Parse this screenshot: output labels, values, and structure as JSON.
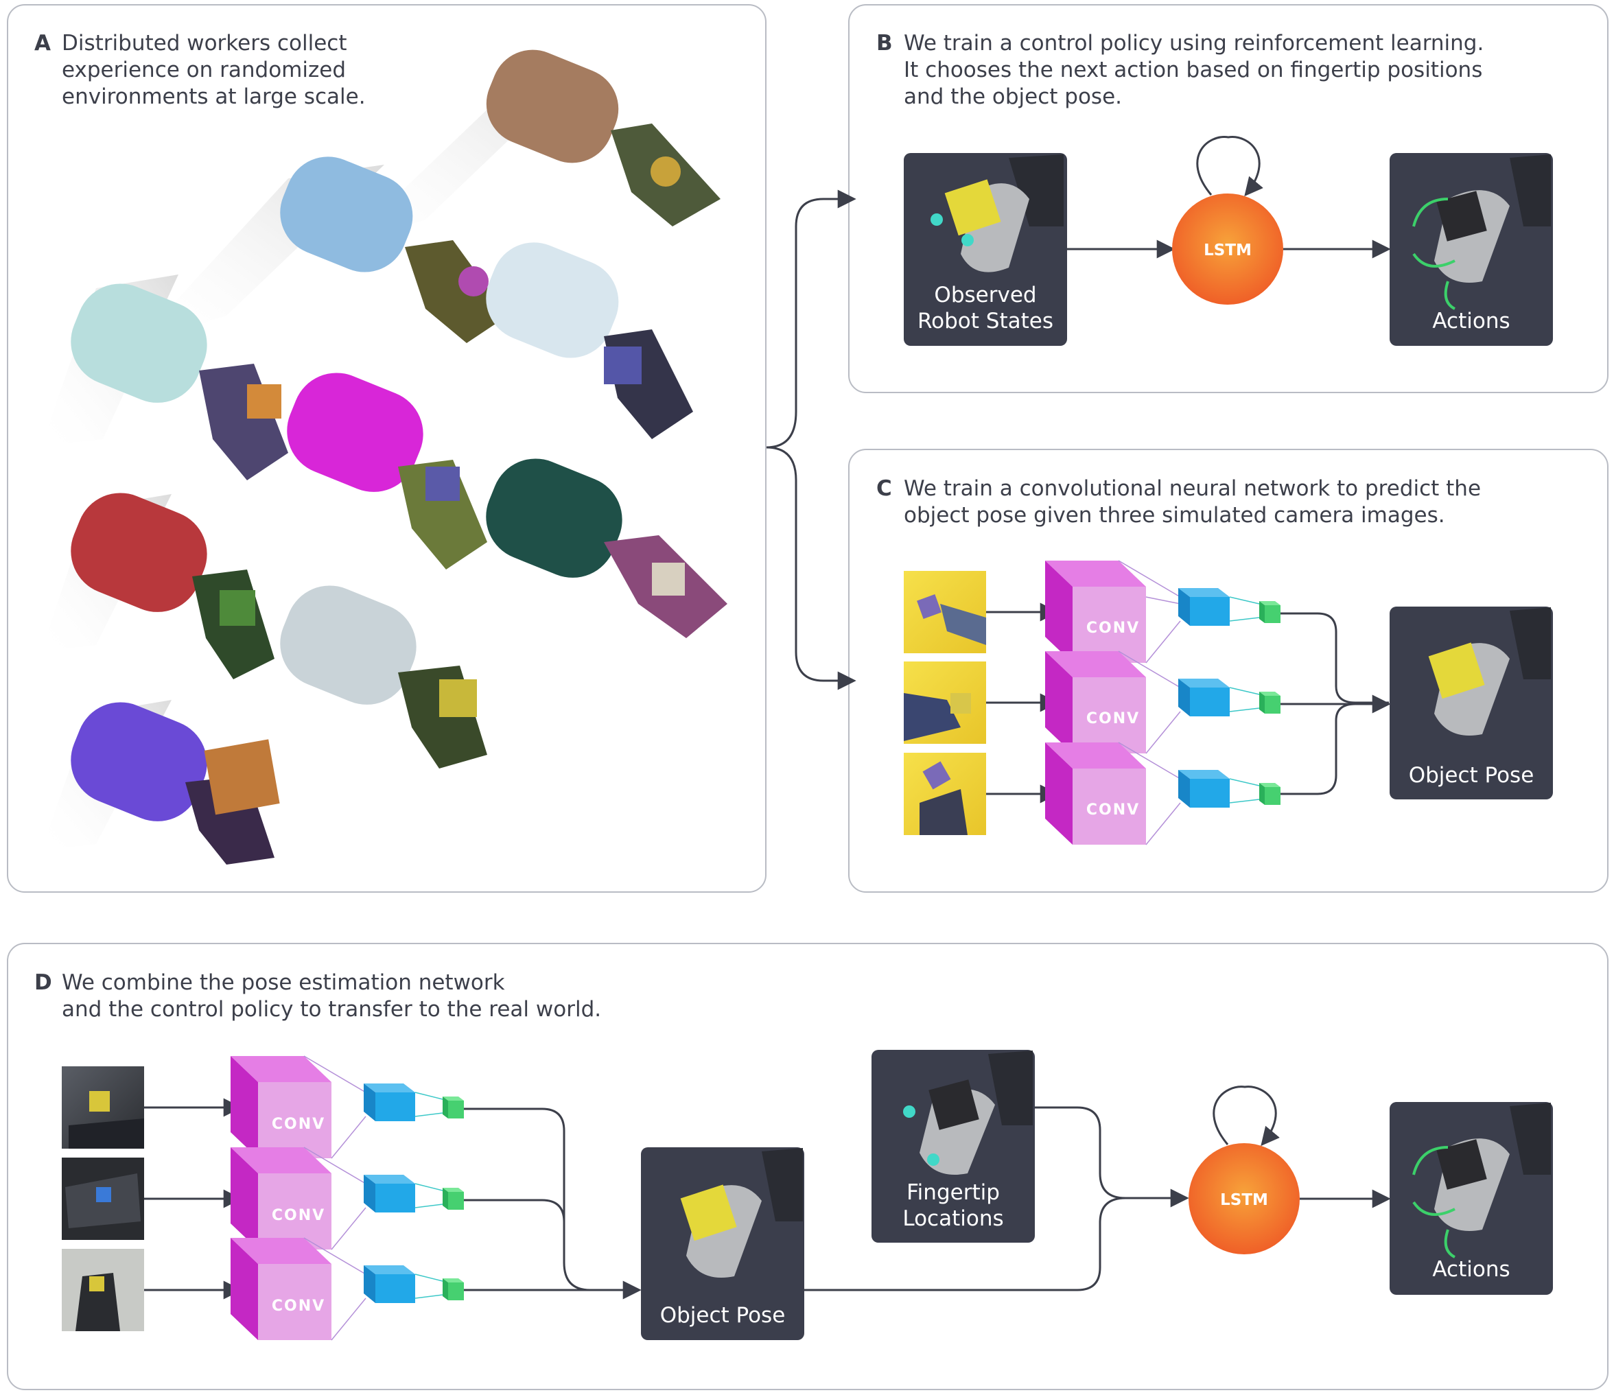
{
  "panels": {
    "a": {
      "letter": "A",
      "lines": [
        "Distributed workers collect",
        "experience on randomized",
        "environments at large scale."
      ]
    },
    "b": {
      "letter": "B",
      "lines": [
        "We train a control policy using reinforcement learning.",
        "It chooses the next action based on fingertip positions",
        "and the object pose."
      ]
    },
    "c": {
      "letter": "C",
      "lines": [
        "We train a convolutional neural network to predict the",
        "object pose given three simulated camera images."
      ]
    },
    "d": {
      "letter": "D",
      "lines": [
        "We combine the pose estimation network",
        "and the control policy to transfer to the real world."
      ]
    }
  },
  "diagram_b": {
    "observed_lines": [
      "Observed",
      "Robot States"
    ],
    "lstm": "LSTM",
    "actions": "Actions"
  },
  "diagram_c": {
    "conv": [
      "CONV",
      "CONV",
      "CONV"
    ],
    "object_pose": "Object Pose"
  },
  "diagram_d": {
    "conv": [
      "CONV",
      "CONV",
      "CONV"
    ],
    "object_pose": "Object Pose",
    "fingertip_lines": [
      "Fingertip",
      "Locations"
    ],
    "lstm": "LSTM",
    "actions": "Actions"
  },
  "colors": {
    "panel_border": "#b9bcc4",
    "dark_box": "#3b3e4c",
    "lstm_orange": "#f16a2a",
    "conv_magenta": "#d63ad6",
    "conv_blue": "#1ea7e6",
    "conv_green": "#44d06a",
    "arrow": "#3c3f4a"
  }
}
